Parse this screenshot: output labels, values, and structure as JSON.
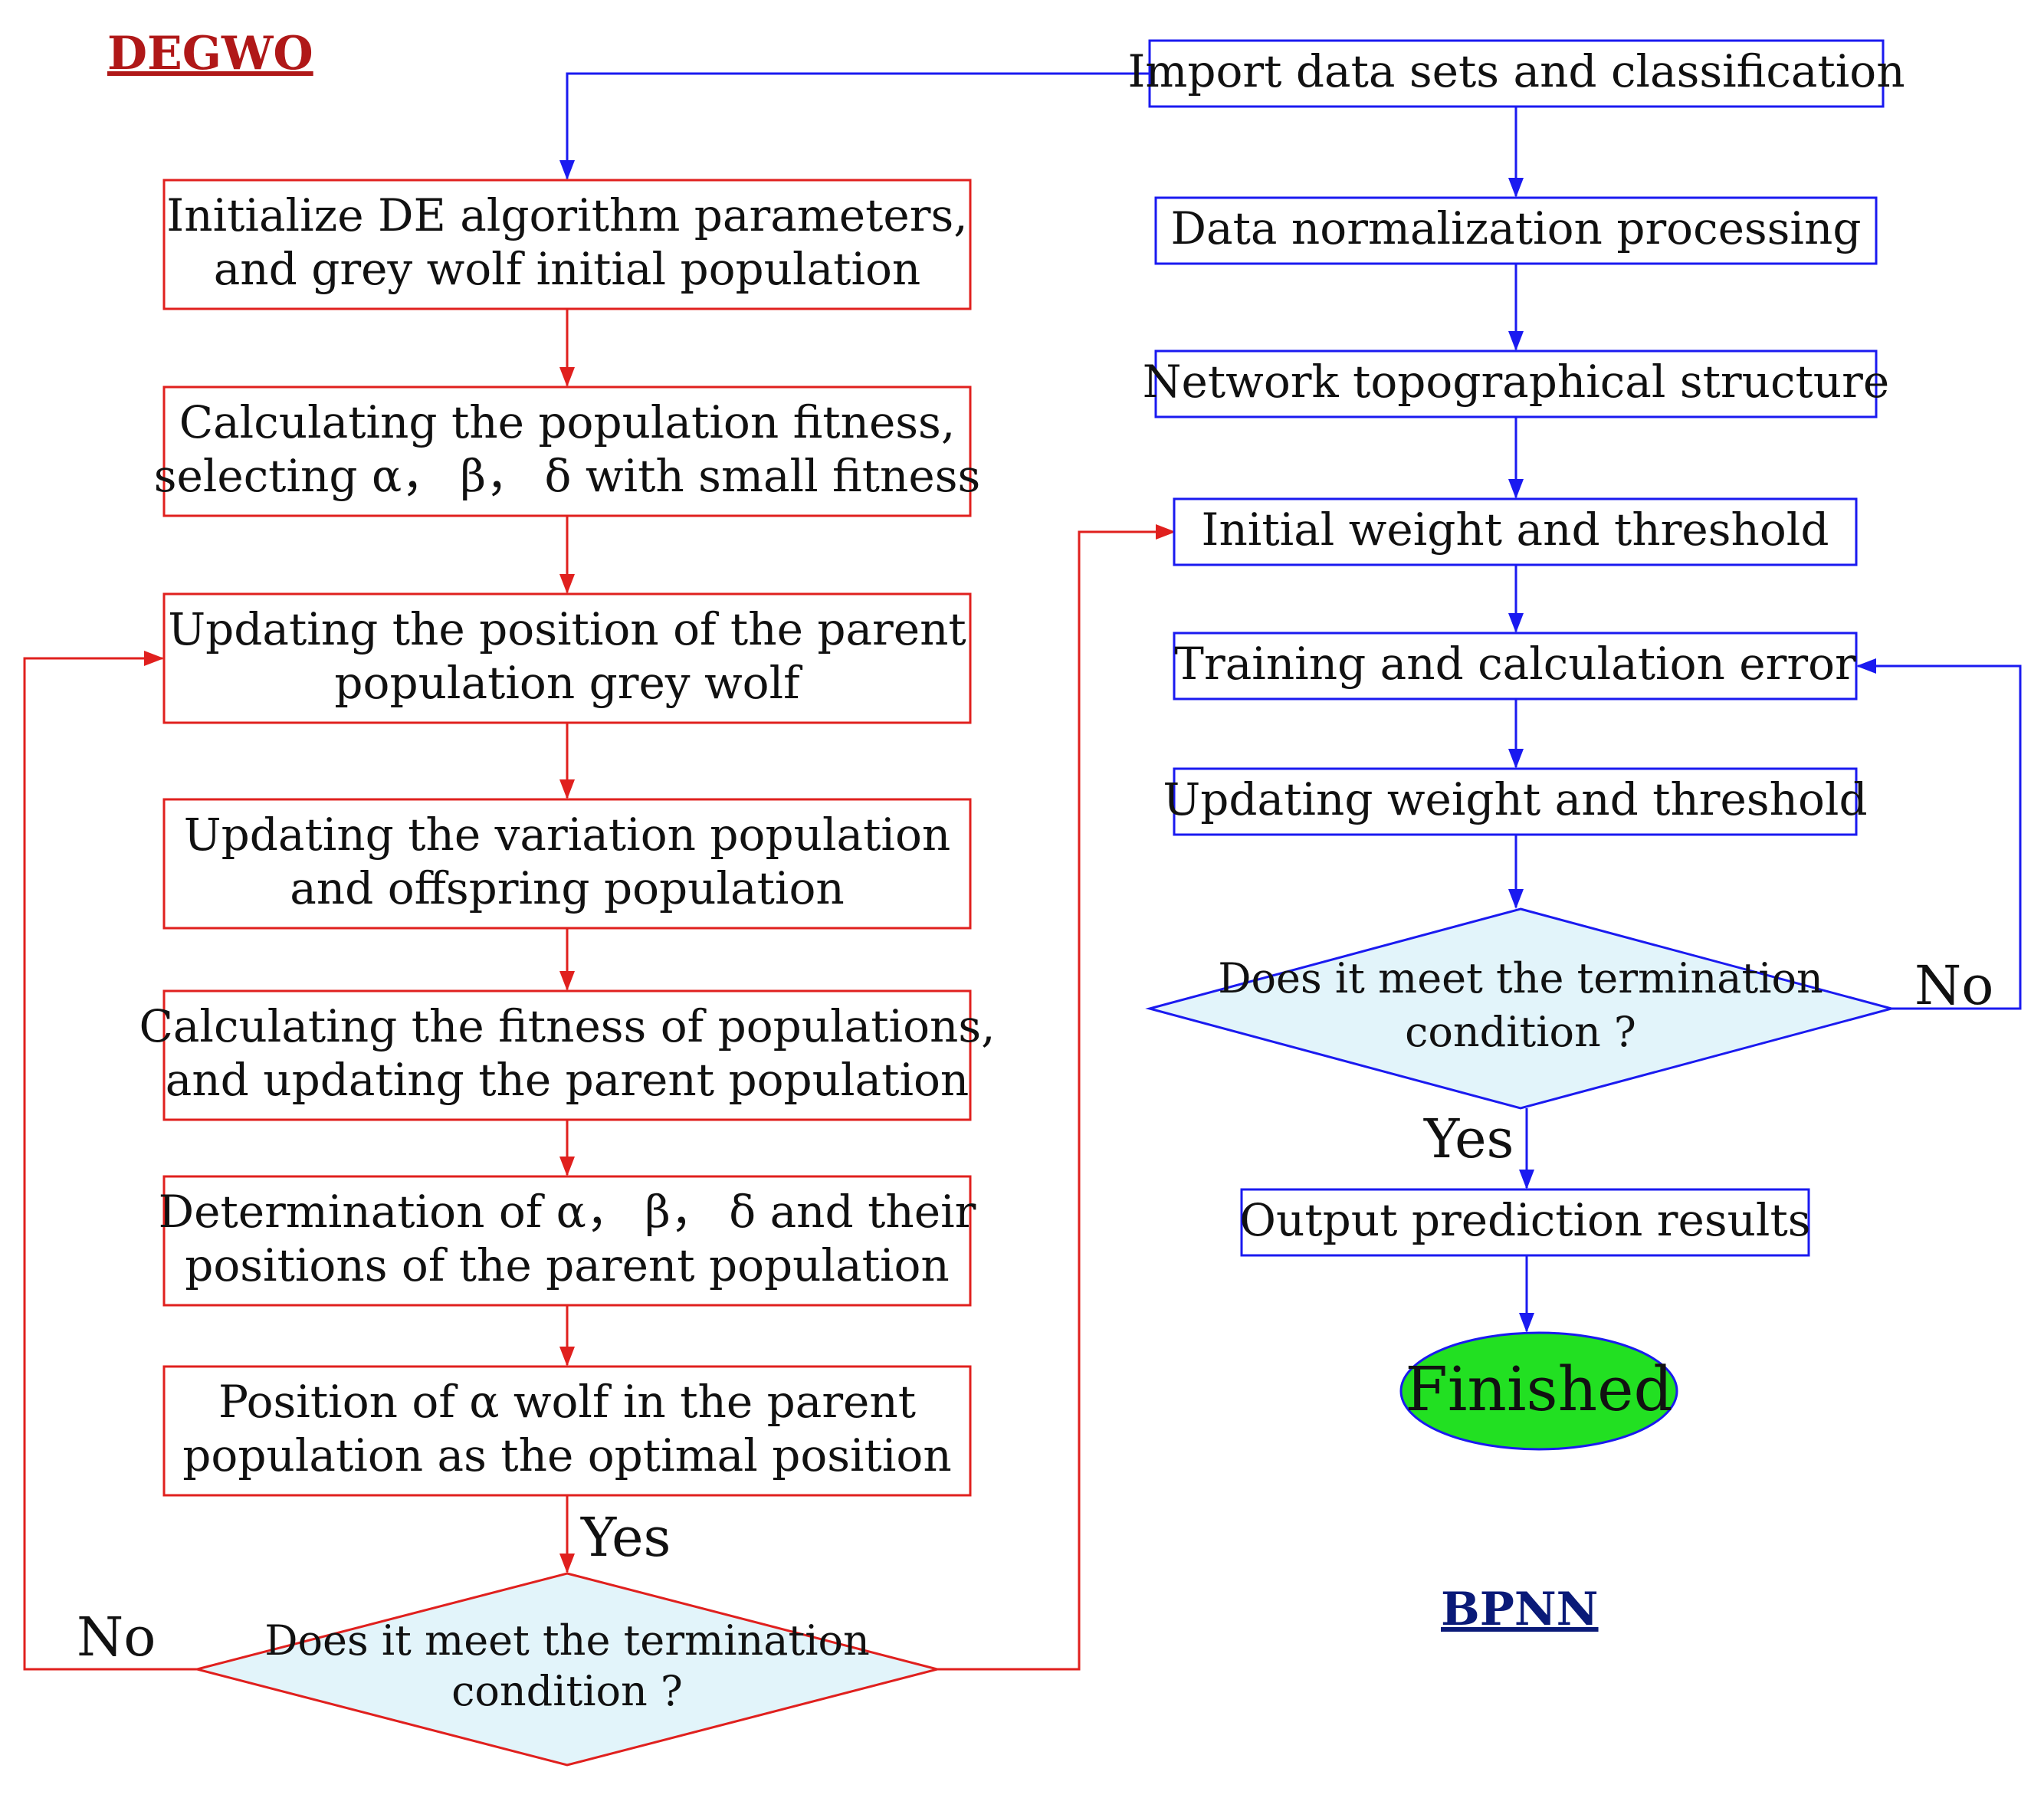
{
  "titles": {
    "degwo": "DEGWO",
    "bpnn": "BPNN"
  },
  "colors": {
    "degwo_accent": "#e0201e",
    "degwo_title": "#b01818",
    "bpnn_accent": "#1a1af0",
    "bpnn_title": "#0a1a78",
    "decision_fill": "#e2f4fa",
    "finished_fill": "#22e022"
  },
  "degwo": {
    "steps": [
      [
        "Initialize DE algorithm parameters,",
        "and grey wolf initial population"
      ],
      [
        "Calculating the population fitness,",
        "selecting α， β， δ with small fitness"
      ],
      [
        "Updating the position of the parent",
        "population grey wolf"
      ],
      [
        "Updating the  variation population",
        "and offspring population"
      ],
      [
        "Calculating the fitness of populations,",
        "and updating the parent population"
      ],
      [
        "Determination of α， β， δ  and  their",
        "positions of the parent population"
      ],
      [
        "Position of α wolf in the parent",
        "population as the optimal  position"
      ]
    ],
    "decision": [
      "Does it meet the termination",
      "condition ?"
    ],
    "yes_label": "Yes",
    "no_label": "No"
  },
  "bpnn": {
    "steps": [
      [
        "Import data sets and classification"
      ],
      [
        "Data normalization processing"
      ],
      [
        "Network topographical structure"
      ],
      [
        "Initial weight and threshold"
      ],
      [
        "Training and calculation error"
      ],
      [
        "Updating weight and threshold"
      ]
    ],
    "decision": [
      "Does it meet the termination",
      "condition ?"
    ],
    "yes_label": "Yes",
    "no_label": "No",
    "output": "Output prediction results",
    "finished": "Finished"
  }
}
